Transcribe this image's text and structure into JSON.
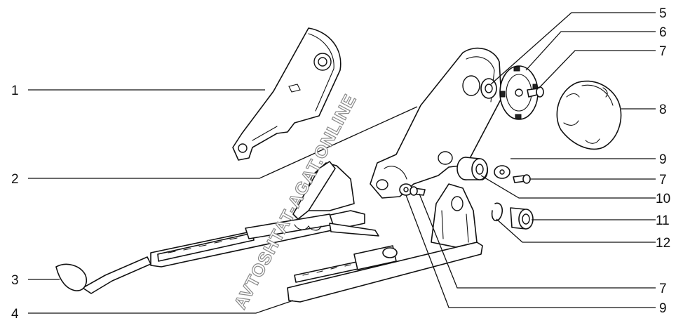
{
  "watermark": "AVTOSHTAT-AGAT.ONLINE",
  "callouts": [
    "1",
    "2",
    "3",
    "4",
    "5",
    "6",
    "7",
    "8",
    "9",
    "7",
    "10",
    "11",
    "12",
    "7",
    "9"
  ]
}
